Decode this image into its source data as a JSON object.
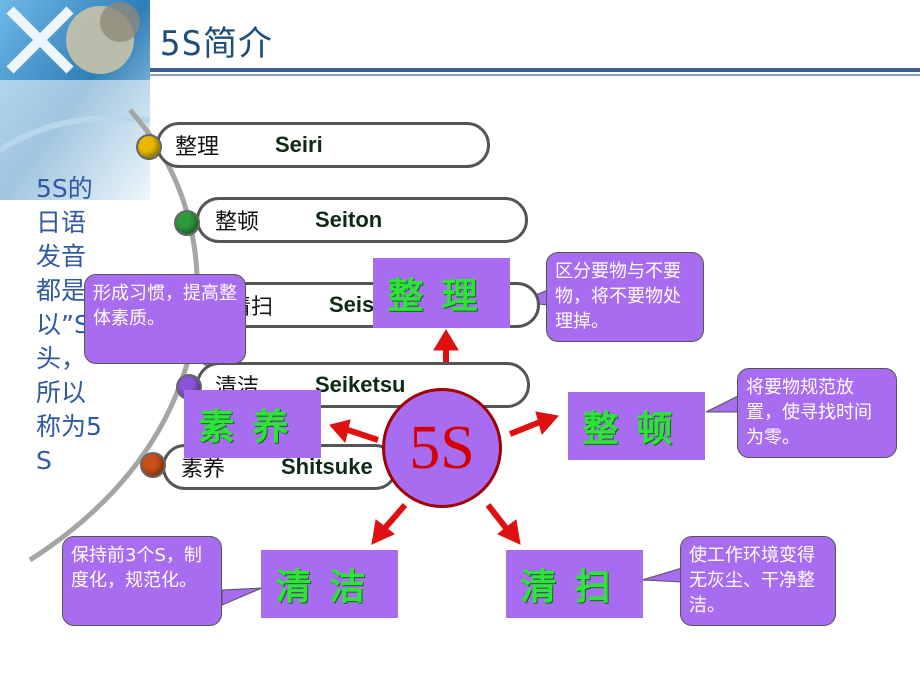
{
  "title": "5S简介",
  "side_text": "5S的日语发音都是以”S”开头，所以称为5S",
  "steps": [
    {
      "zh": "整理",
      "en": "Seiri",
      "dot_color": "#e8b800"
    },
    {
      "zh": "整顿",
      "en": "Seiton",
      "dot_color": "#2e9a3c"
    },
    {
      "zh": "清扫",
      "en": "Seiso",
      "dot_color": "#2a8fd0"
    },
    {
      "zh": "清洁",
      "en": "Seiketsu",
      "dot_color": "#8a55d8"
    },
    {
      "zh": "素养",
      "en": "Shitsuke",
      "dot_color": "#c8501a"
    }
  ],
  "center_label": "5S",
  "boxes": {
    "seiri": "整理",
    "seiton": "整顿",
    "seiso": "清扫",
    "seiketsu": "清洁",
    "shitsuke": "素养"
  },
  "callouts": {
    "seiri": "区分要物与不要物，将不要物处理掉。",
    "seiton": "将要物规范放置，使寻找时间为零。",
    "seiso": "使工作环境变得无灰尘、干净整洁。",
    "seiketsu": "保持前3个S，制度化，规范化。",
    "shitsuke": "形成习惯，提高整体素质。"
  },
  "colors": {
    "box_fill": "#a86cf0",
    "box_text": "#31e13c",
    "arrow": "#e01010",
    "center_text": "#d40000",
    "title": "#1f4e79"
  }
}
